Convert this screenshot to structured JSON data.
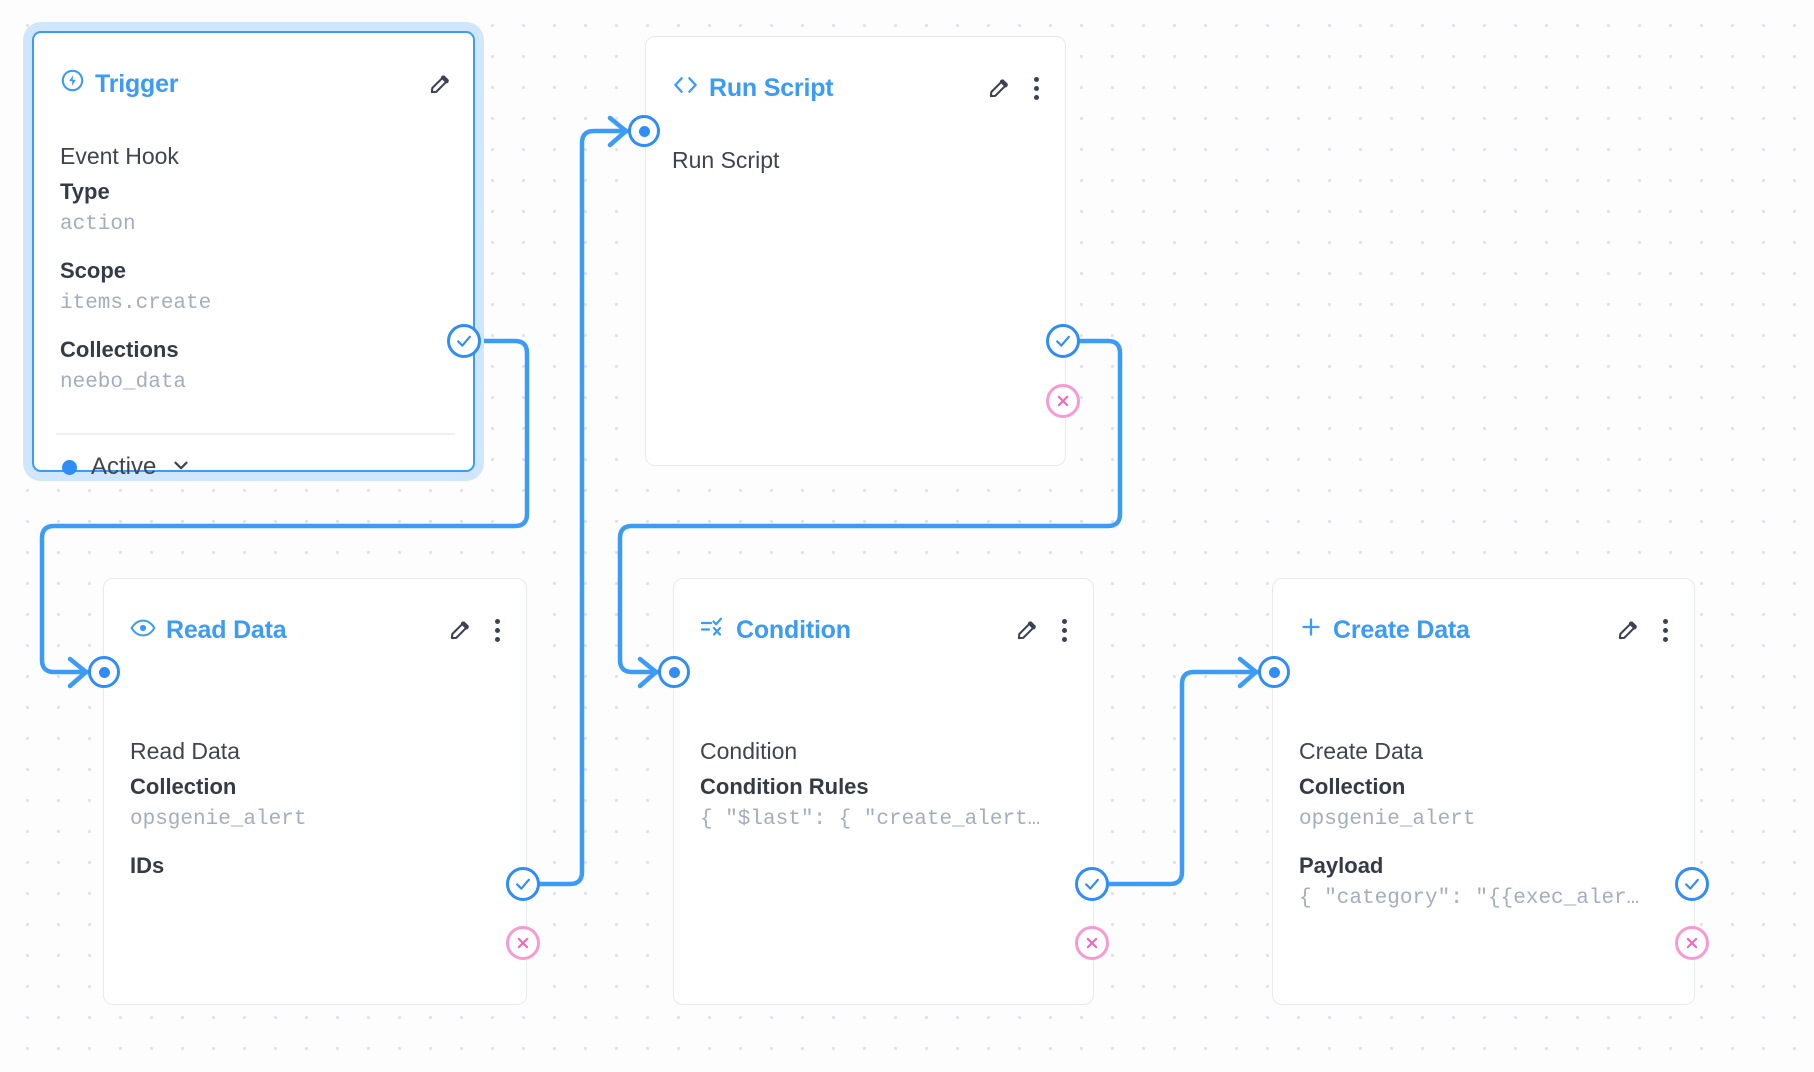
{
  "canvas": {
    "label": "flow-editor-canvas",
    "grid": true,
    "accent_color": "#3b9bf5",
    "reject_color": "#f79ad3",
    "selected_node": "Trigger"
  },
  "icons": {
    "pencil": "pencil-icon",
    "kebab": "more-options-icon",
    "trigger": "lightning-bolt-icon",
    "run_script": "code-brackets-icon",
    "read_data": "eye-icon",
    "condition": "filter-rules-icon",
    "create_data": "plus-icon",
    "resolve": "check-circle-icon",
    "reject": "x-circle-icon",
    "target": "dot-circle-icon",
    "chevron": "chevron-down-icon"
  },
  "nodes": [
    {
      "id": "trigger",
      "title": "Trigger",
      "icon": "lightning-bolt-icon",
      "subtitle": "Event Hook",
      "fields": [
        {
          "label": "Type",
          "value": "action"
        },
        {
          "label": "Scope",
          "value": "items.create"
        },
        {
          "label": "Collections",
          "value": "neebo_data"
        }
      ],
      "status": {
        "text": "Active",
        "chevron": "⌄",
        "color": "#2f8df5"
      },
      "has_kebab": false,
      "has_reject": false
    },
    {
      "id": "run-script",
      "title": "Run Script",
      "icon": "code-brackets-icon",
      "subtitle": "Run Script",
      "fields": [],
      "has_kebab": true,
      "has_reject": true
    },
    {
      "id": "read-data",
      "title": "Read Data",
      "icon": "eye-icon",
      "subtitle": "Read Data",
      "fields": [
        {
          "label": "Collection",
          "value": "opsgenie_alert"
        },
        {
          "label": "IDs",
          "value": ""
        }
      ],
      "has_kebab": true,
      "has_reject": true
    },
    {
      "id": "condition",
      "title": "Condition",
      "icon": "filter-rules-icon",
      "subtitle": "Condition",
      "fields": [
        {
          "label": "Condition Rules",
          "value": "{ \"$last\": { \"create_alert…"
        }
      ],
      "has_kebab": true,
      "has_reject": true
    },
    {
      "id": "create-data",
      "title": "Create Data",
      "icon": "plus-icon",
      "subtitle": "Create Data",
      "fields": [
        {
          "label": "Collection",
          "value": "opsgenie_alert"
        },
        {
          "label": "Payload",
          "value": "{ \"category\": \"{{exec_aler…"
        }
      ],
      "has_kebab": true,
      "has_reject": true
    }
  ]
}
